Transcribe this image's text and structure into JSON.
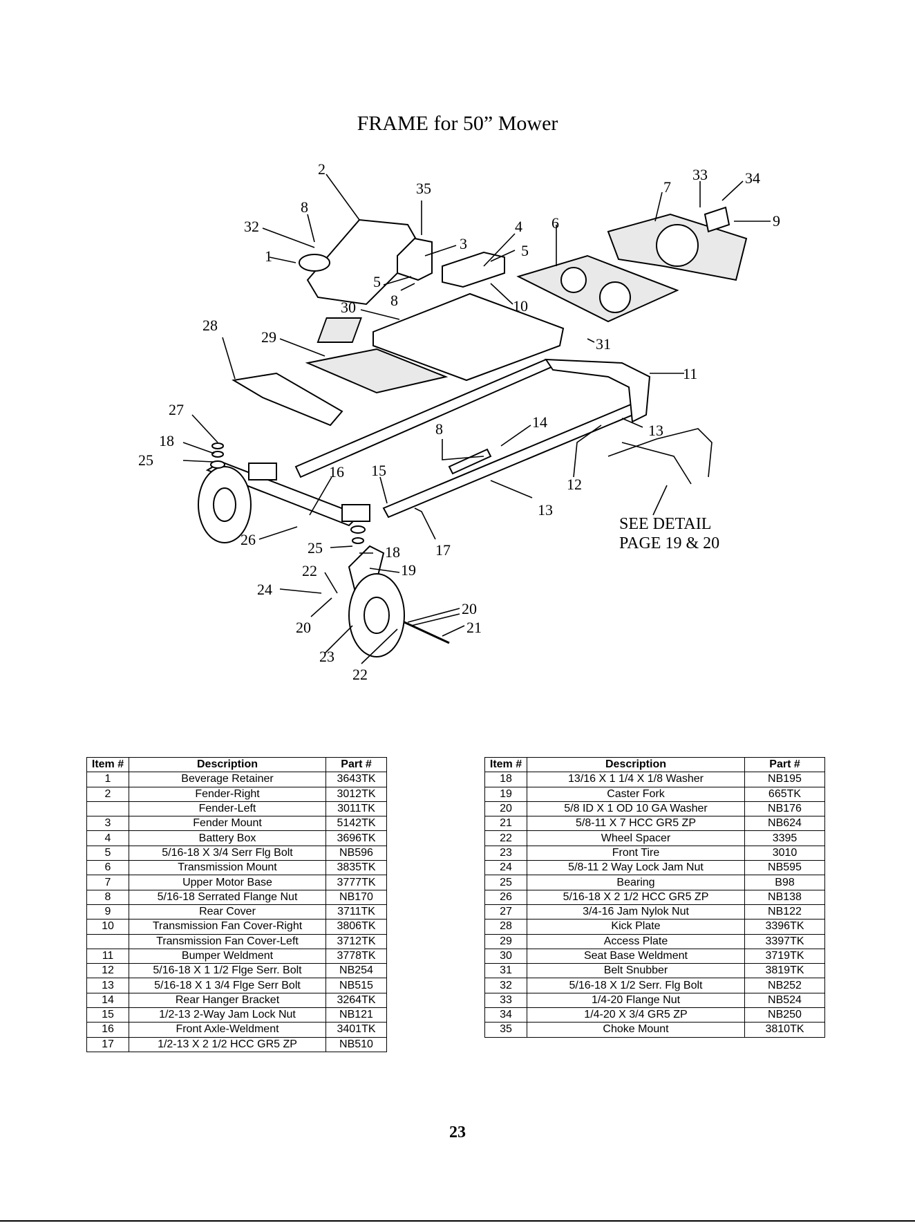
{
  "title": "FRAME for 50” Mower",
  "see_detail": [
    "SEE DETAIL",
    "PAGE 19 & 20"
  ],
  "callouts": [
    "2",
    "35",
    "33",
    "34",
    "7",
    "8",
    "32",
    "9",
    "4",
    "6",
    "3",
    "5",
    "1",
    "5",
    "8",
    "10",
    "30",
    "31",
    "28",
    "29",
    "11",
    "27",
    "8",
    "14",
    "13",
    "18",
    "25",
    "16",
    "15",
    "12",
    "13",
    "26",
    "25",
    "18",
    "17",
    "19",
    "22",
    "24",
    "20",
    "20",
    "21",
    "23",
    "22"
  ],
  "table_headers": [
    "Item #",
    "Description",
    "Part #"
  ],
  "table_left": [
    [
      "1",
      "Beverage Retainer",
      "3643TK"
    ],
    [
      "2",
      "Fender-Right",
      "3012TK"
    ],
    [
      "",
      "Fender-Left",
      "3011TK"
    ],
    [
      "3",
      "Fender Mount",
      "5142TK"
    ],
    [
      "4",
      "Battery Box",
      "3696TK"
    ],
    [
      "5",
      "5/16-18 X 3/4 Serr Flg Bolt",
      "NB596"
    ],
    [
      "6",
      "Transmission Mount",
      "3835TK"
    ],
    [
      "7",
      "Upper Motor Base",
      "3777TK"
    ],
    [
      "8",
      "5/16-18 Serrated Flange Nut",
      "NB170"
    ],
    [
      "9",
      "Rear Cover",
      "3711TK"
    ],
    [
      "10",
      "Transmission Fan Cover-Right",
      "3806TK"
    ],
    [
      "",
      "Transmission Fan Cover-Left",
      "3712TK"
    ],
    [
      "11",
      "Bumper Weldment",
      "3778TK"
    ],
    [
      "12",
      "5/16-18 X 1 1/2 Flge Serr. Bolt",
      "NB254"
    ],
    [
      "13",
      "5/16-18 X 1 3/4 Flge Serr Bolt",
      "NB515"
    ],
    [
      "14",
      "Rear Hanger Bracket",
      "3264TK"
    ],
    [
      "15",
      "1/2-13 2-Way Jam Lock Nut",
      "NB121"
    ],
    [
      "16",
      "Front Axle-Weldment",
      "3401TK"
    ],
    [
      "17",
      "1/2-13 X 2 1/2 HCC GR5 ZP",
      "NB510"
    ]
  ],
  "table_right": [
    [
      "18",
      "13/16 X 1 1/4 X 1/8 Washer",
      "NB195"
    ],
    [
      "19",
      "Caster Fork",
      "665TK"
    ],
    [
      "20",
      "5/8 ID X 1 OD 10 GA Washer",
      "NB176"
    ],
    [
      "21",
      "5/8-11 X 7 HCC GR5 ZP",
      "NB624"
    ],
    [
      "22",
      "Wheel Spacer",
      "3395"
    ],
    [
      "23",
      "Front Tire",
      "3010"
    ],
    [
      "24",
      "5/8-11 2 Way Lock Jam Nut",
      "NB595"
    ],
    [
      "25",
      "Bearing",
      "B98"
    ],
    [
      "26",
      "5/16-18 X 2 1/2 HCC GR5 ZP",
      "NB138"
    ],
    [
      "27",
      "3/4-16 Jam Nylok Nut",
      "NB122"
    ],
    [
      "28",
      "Kick Plate",
      "3396TK"
    ],
    [
      "29",
      "Access Plate",
      "3397TK"
    ],
    [
      "30",
      "Seat Base Weldment",
      "3719TK"
    ],
    [
      "31",
      "Belt Snubber",
      "3819TK"
    ],
    [
      "32",
      "5/16-18 X 1/2 Serr. Flg Bolt",
      "NB252"
    ],
    [
      "33",
      "1/4-20 Flange Nut",
      "NB524"
    ],
    [
      "34",
      "1/4-20 X 3/4 GR5 ZP",
      "NB250"
    ],
    [
      "35",
      "Choke Mount",
      "3810TK"
    ]
  ],
  "page_number": "23"
}
